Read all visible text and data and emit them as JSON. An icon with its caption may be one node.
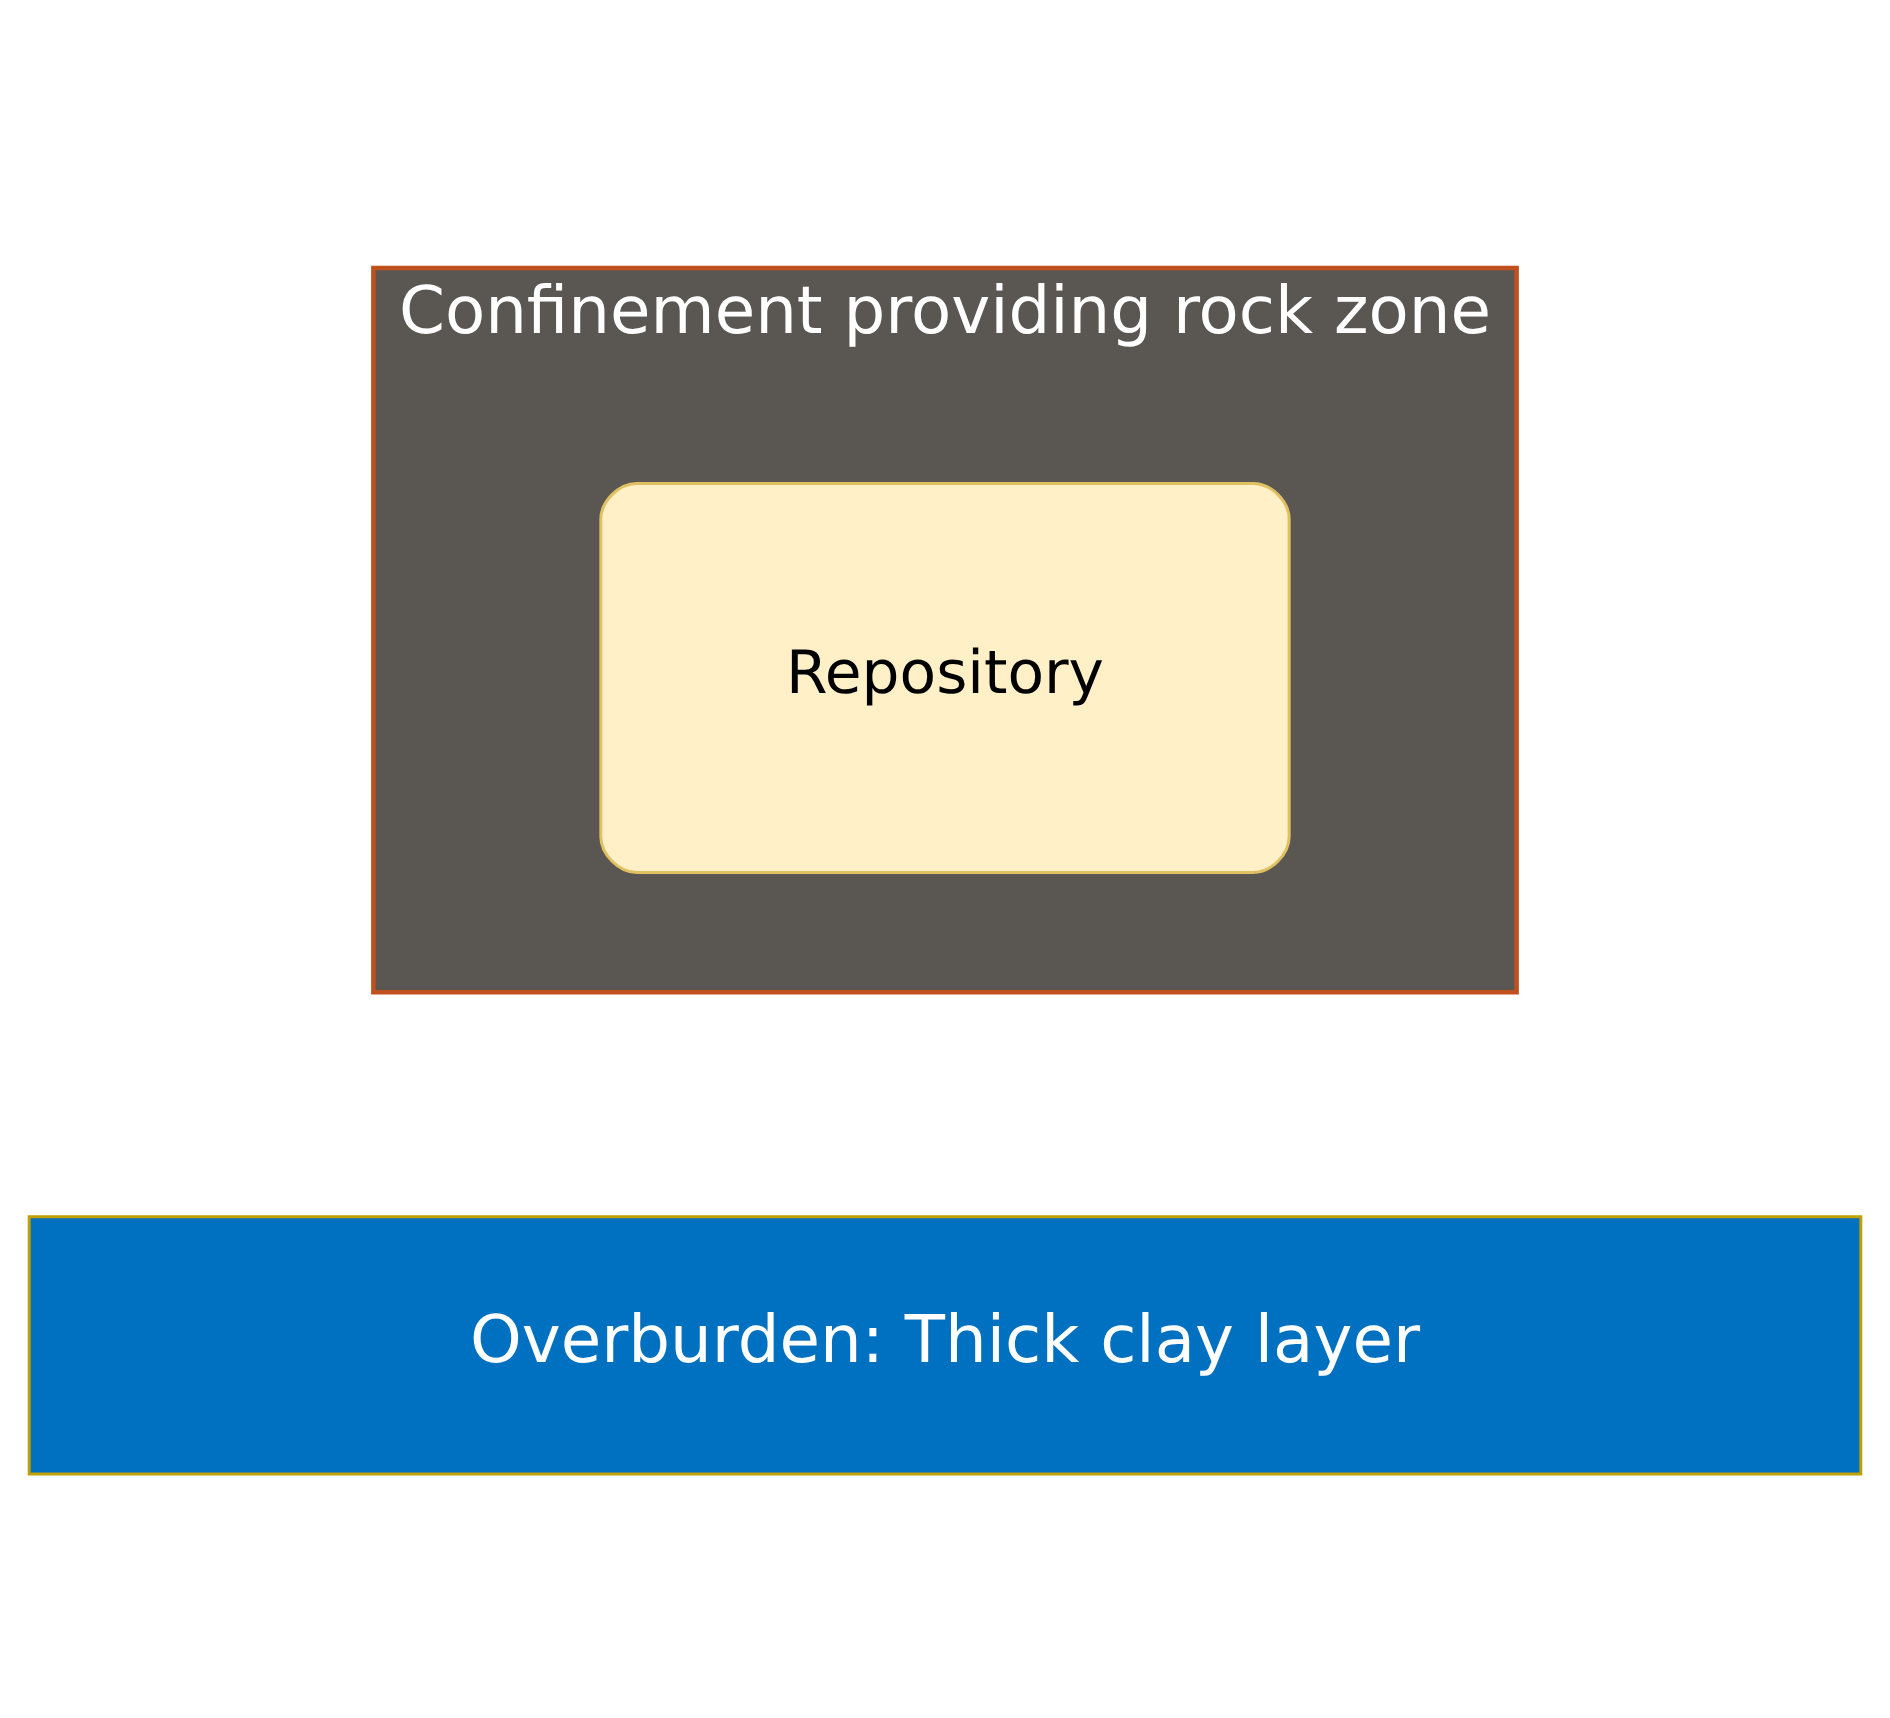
{
  "diagram": {
    "nodes": [
      {
        "text": [
          "Overburden: Thick clay layer"
        ]
      },
      {
        "text": [
          "Confinement providing rock zone"
        ]
      },
      {
        "text": [
          "Repository"
        ],
        "in": 1
      }
    ],
    "edges": []
  }
}
